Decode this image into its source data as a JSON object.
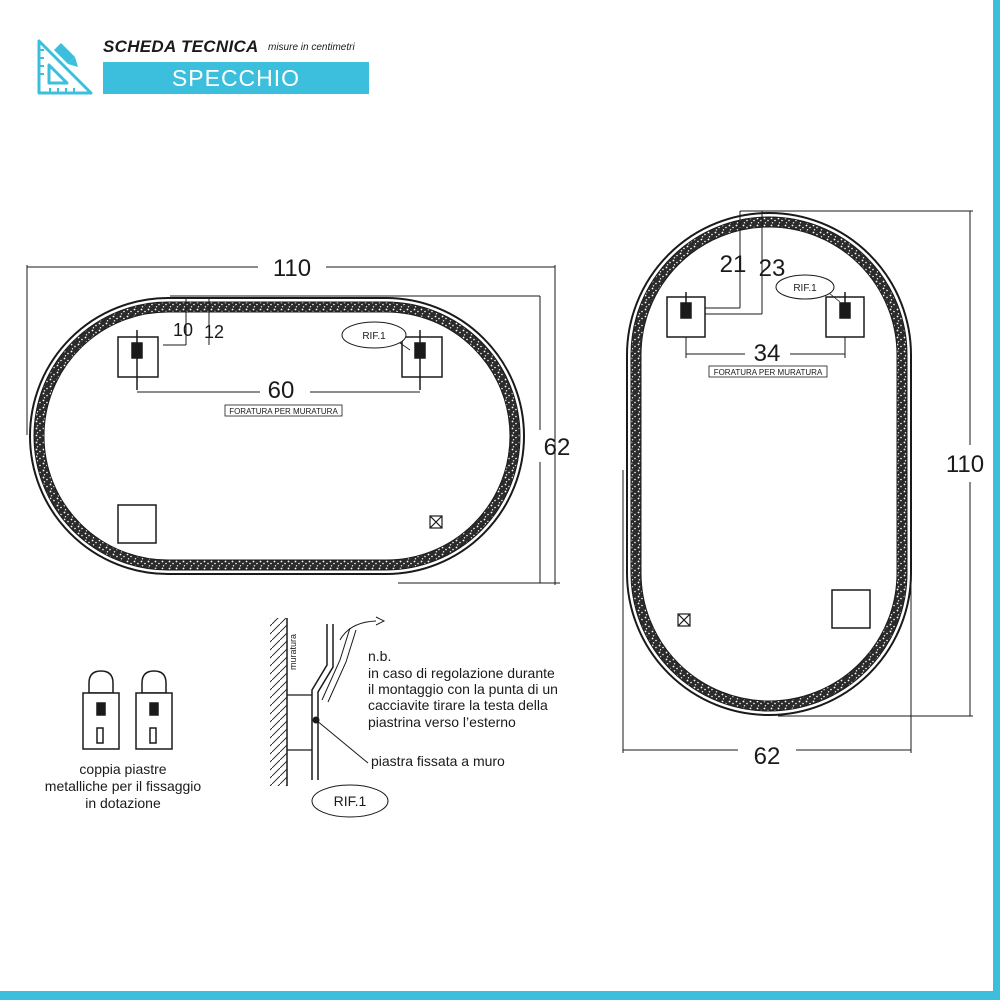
{
  "header": {
    "title": "SCHEDA TECNICA",
    "subtitle": "misure in centimetri",
    "product": "SPECCHIO"
  },
  "colors": {
    "accent": "#3cbfdc",
    "ink": "#1a1a1a"
  },
  "horizontal_view": {
    "width_label": "110",
    "height_label": "62",
    "offset_a": "10",
    "offset_b": "12",
    "hole_spacing": "60",
    "drill_note": "FORATURA PER MURATURA",
    "ref_tag": "RIF.1"
  },
  "vertical_view": {
    "width_label": "62",
    "height_label": "110",
    "offset_a": "21",
    "offset_b": "23",
    "hole_spacing": "34",
    "drill_note": "FORATURA PER MURATURA",
    "ref_tag": "RIF.1"
  },
  "plates_caption": [
    "coppia piastre",
    "metalliche per il fissaggio",
    "in dotazione"
  ],
  "detail": {
    "wall_label": "muratura",
    "note": [
      "n.b.",
      "in caso di regolazione durante",
      "il montaggio con la punta di un",
      "cacciavite tirare la testa della",
      "piastrina verso l’esterno"
    ],
    "plate_label": "piastra fissata a muro",
    "ref_tag": "RIF.1"
  }
}
